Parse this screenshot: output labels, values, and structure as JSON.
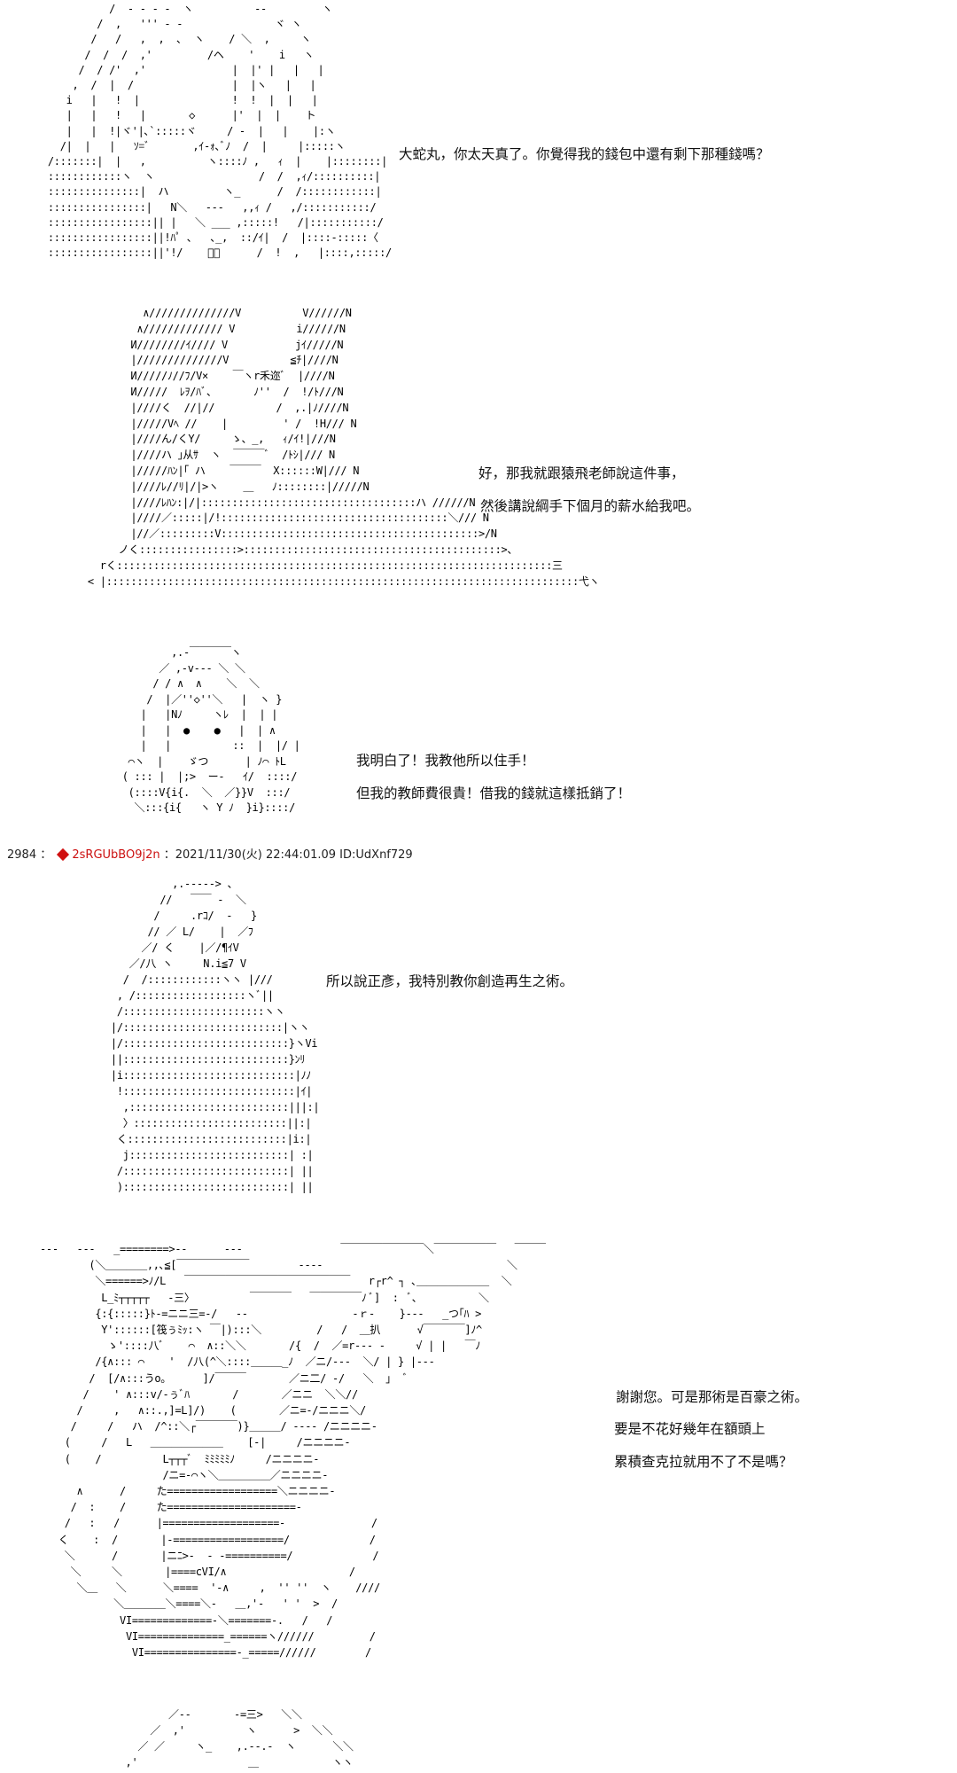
{
  "panels": [
    {
      "id": 1,
      "dialogue": [
        "大蛇丸，你太天真了。你覺得我的錢包中還有剩下那種錢嗎？"
      ],
      "ascii_art": "            /  ‐ ‐ ‐ ‐  ヽ          ‐‐         ヽ\n          /  ,   ''' ‐ ‐               ヾ ヽ\n         /   /   ,  ,  ､  ヽ    / ＼  ,     ヽ\n        /  /  /  ,'         /ヘ    '    i   ヽ\n       /  / /'  ,'              |  |' |   |   |\n      ,  /  |  /                |  |ヽ   |   |\n     i   |   !  |               !  !  |  |   |\n     |   |   !   |       ◇      |'  |  |    ト\n     |   |  !|ヾ'|､`:::::ヾ     / ‐  |   |    |:ヽ\n    /|  |   |   ｿ=ﾞ       ,ｲ-ｫ､ﾞﾉ  /  |     |:::::ヽ\n  /:::::::|  |   ,          ヽ::::ﾉ ,   ｨ  |    |::::::::|\n  ::::::::::::ヽ  ヽ                 /  /  ,ｨ/::::::::::|\n  :::::::::::::::|  ハ         ヽ_      /  /::::::::::::|\n  ::::::::::::::::|   N＼   ‐‐‐   ,,ｨ /   ,/:::::::::::/\n  :::::::::::::::::|| |   ＼ ___ ,:::::!   /|:::::::::::/\n  :::::::::::::::::||!ﾊﾟ ､   ､_,  ::/ｲ|  /  |::::‐:::::〈\n  :::::::::::::::::||'!/    ﾞ､      /  !  ,   |::::,:::::/"
    },
    {
      "id": 2,
      "dialogue": [
        "好，那我就跟猿飛老師說這件事，",
        "然後講說綱手下個月的薪水給我吧。"
      ],
      "ascii_art": "          ∧//////////////V          V//////N\n         ∧///////////// V          i//////N\n        И////////ｲ//// V           jｲ/////N\n        |//////////////V          ≦ﾁ|////N\n        И/////ﾉ//ﾌ/V×    ￣ヽr禾迩ﾞ  |////N\n        И/////  ﾚｦ/ﾊﾞ、      ﾉ''  /  !/ﾄ///N\n        |////く  //|//          /  ,.|ﾉ////N\n        |/////Vﾍ //    |         ' /  !H/// N\n        |////ん/くY/     ゝ、_,   ｨ/ｲ!|///N\n        |////ハ ｣从ｻ  ヽ  ￣￣￣ﾞ  /ﾄｼ|/// N\n        |/////ﾊﾝ|｢ ハ    ￣￣￣  X::::::W|/// N\n        |////ﾚ//ﾘ|/|>ヽ    ＿   ﾉ::::::::|/////N\n        |////ﾚﾊﾝ:|/|:::::::::::::::::::::::::::::::::::ハ //////N\n        |////／:::::|/!:::::::::::::::::::::::::::::::::::::＼/// N\n        |//／:::::::::V::::::::::::::::::::::::::::::::::::::::::>/N\n      ノく::::::::::::::::>::::::::::::::::::::::::::::::::::::::::::>、\n   rく:::::::::::::::::::::::::::::::::::::::::::::::::::::::::::::::::::::::三\n < |:::::::::::::::::::::::::::::::::::::::::::::::::::::::::::::::::::::::::::::弋ヽ"
    },
    {
      "id": 3,
      "dialogue": [
        "我明白了！我教他所以住手！",
        "但我的教師費很貴！借我的錢就這樣抵銷了！"
      ],
      "ascii_art": "            ,.‐￣￣￣￣ヽ\n          ／ ,‐v‐‐‐ ＼ ＼\n         / / ∧  ∧    ＼  ＼\n        /  |／''◇''＼   |  ヽ }\n       |   |Nﾉ     ヽﾚ  |  | |\n       |   |  ●    ●   |  | ∧\n       |   |          ::  |  |/ |\n     ⌒ヽ  |    ゞつ      | ﾉ⌒ ﾄL\n    ( ::: |  |;>  ー-   ｲ/  ::::/\n     (::::V{i{.  ＼  ／}}V  :::/\n      ＼:::{i{   ヽ Y ﾉ  }i}::::/"
    },
    {
      "id": 4,
      "dialogue": [
        "所以說正彥，我特別教你創造再生之術。"
      ],
      "ascii_art": "           ,.‐‐‐‐-> 、\n         //   ￣￣ ‐  ＼\n        /     .rｺ/  ‐   }\n       // ／ L/    |  ／ﾌ\n      ／/ く    |／/¶ｲV\n    ／/八 ヽ     N.i≦7 V\n   /  /::::::::::::ヽヽ |///\n  , /::::::::::::::::::ヽﾞ||\n  /:::::::::::::::::::::::ヽヽ\n |/::::::::::::::::::::::::::|ヽヽ\n |/:::::::::::::::::::::::::::}ヽVi\n ||:::::::::::::::::::::::::::}ﾝﾘ\n |i::::::::::::::::::::::::::::|ﾉﾉ\n  !::::::::::::::::::::::::::::|ｲ|\n   ,::::::::::::::::::::::::::|||:|\n   〉:::::::::::::::::::::::::||:|\n  く::::::::::::::::::::::::::|i:|\n   j::::::::::::::::::::::::::| :|\n  /:::::::::::::::::::::::::::| ||\n  ):::::::::::::::::::::::::::| ||"
    },
    {
      "id": 5,
      "dialogue": [
        "謝謝您。可是那術是百豪之術。",
        "要是不花好幾年在額頭上",
        "累積查克拉就用不了不是嗎？"
      ],
      "ascii_art": "‐‐‐   ‐‐‐   _========>‐‐      ‐‐‐                ￣￣￣￣￣￣￣￣＼￣￣￣￣￣￣   ￣￣￣\n        (＼＿＿＿＿,,､≦[￣￣￣￣￣￣￣        ‐‐‐‐                              ＼\n         ＼======>ﾉ/L   ￣￣￣￣￣￣￣￣￣￣￣￣￣￣￣￣   r┌r^ ┐ ､＿＿＿＿＿＿＿  ＼\n          L_ﾐ┬┬┬┬┬   -三〉         ￣￣￣￣   ￣￣￣￣￣ﾉ ﾞ]  :  ﾞ､          ＼\n         {:{:::::}ﾄ‐=ニニ三=‐/   ‐‐                 ‐ｒ‐    }‐‐‐   _つ｢ﾊ >\n          Y'::::::[筏ぅﾐｯ:ヽ ￣|):::＼         /   /  ＿扒      √￣￣￣￣]ﾉ^\n           ゝ'::::八ﾞ    ⌒  ∧::＼＼       /{  /  ／=r‐‐‐ ‐     √ | |   ￣ﾉ\n         /{∧::: ⌒    '  /八(^＼::::＿＿＿_ﾉ  ／ニ/‐‐‐  ＼/ | } |‐‐‐\n        /  [/∧:::うo｡      ]/￣￣￣       ／ニ二/ ‐/   ＼  ｣  ﾞ\n       /    ' ∧:::v/‐ぅﾞﾊ       /       ／ニニ  ＼＼//\n      /     ,   ∧::.,]=L]/)    (       ／ニ=‐/ニニニ＼/\n     /     /   ハ  /^::＼┌￣￣￣￣)}＿＿＿/ ‐‐‐‐ /ニニニニ‐\n    (     /   L   ＿＿＿＿＿＿＿    [-|     /ニニニニ‐\n    (    /          L┬┬┬ﾞ  ﾐﾐﾐﾐﾐﾉ     /ニニニニ‐\n                    /ニ=-⌒ヽ＼＿＿＿＿＿／ニニニニ‐\n      ∧      /     た==================＼ニニニニ‐\n     /  :    /     た=====================‐\n    /   :   /      |===================‐              /\n   く    :  /       |-==================/             /\n    ＼      /       |ニﾆ>‐  ‐ ‐==========/             /\n     ＼     ＼       |====cVI/∧                    /\n      ＼＿   ＼      ＼====  '-∧     ,  '' ''  ヽ    ////\n            ＼＿＿＿＿＼====＼-   ＿,'-   ' '  >  /\n             VI=============-＼=======-.   /   /\n              VI==============_======ヽ//////         /\n               VI===============-_=====//////        /"
    },
    {
      "id": 6,
      "dialogue": [],
      "ascii_art": "             ／‐‐       -=三>   ＼＼\n          ／  ,'          ヽ      >  ＼＼\n        ／ ／     ヽ_    ,.‐‐.‐  ヽ      ＼＼\n      ,'                  ＿            ヽヽ"
    }
  ],
  "post_header": {
    "number": "2984",
    "separator": "：",
    "trip_icon": "diamond-icon",
    "trip_code": "2sRGUbBO9j2n",
    "date_time": "：2021/11/30(火) 22:44:01.09",
    "id": "ID:UdXnf729",
    "trip_color": "#cc1111"
  }
}
